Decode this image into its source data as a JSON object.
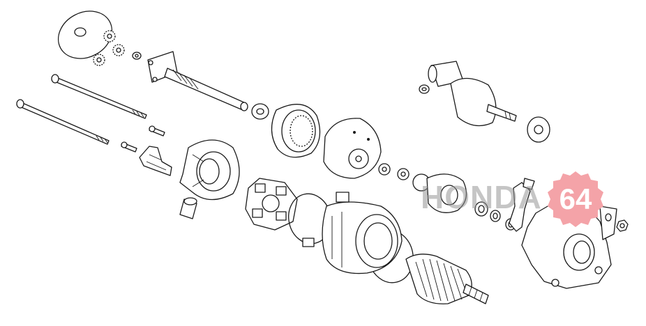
{
  "watermark": {
    "brand_text": "HONDA",
    "badge_number": "64",
    "badge_color": "#f4a3a8",
    "text_color": "#9a9a9a"
  },
  "diagram": {
    "subject": "starter-motor-exploded-view",
    "line_color": "#1a1a1a",
    "background": "#ffffff"
  }
}
